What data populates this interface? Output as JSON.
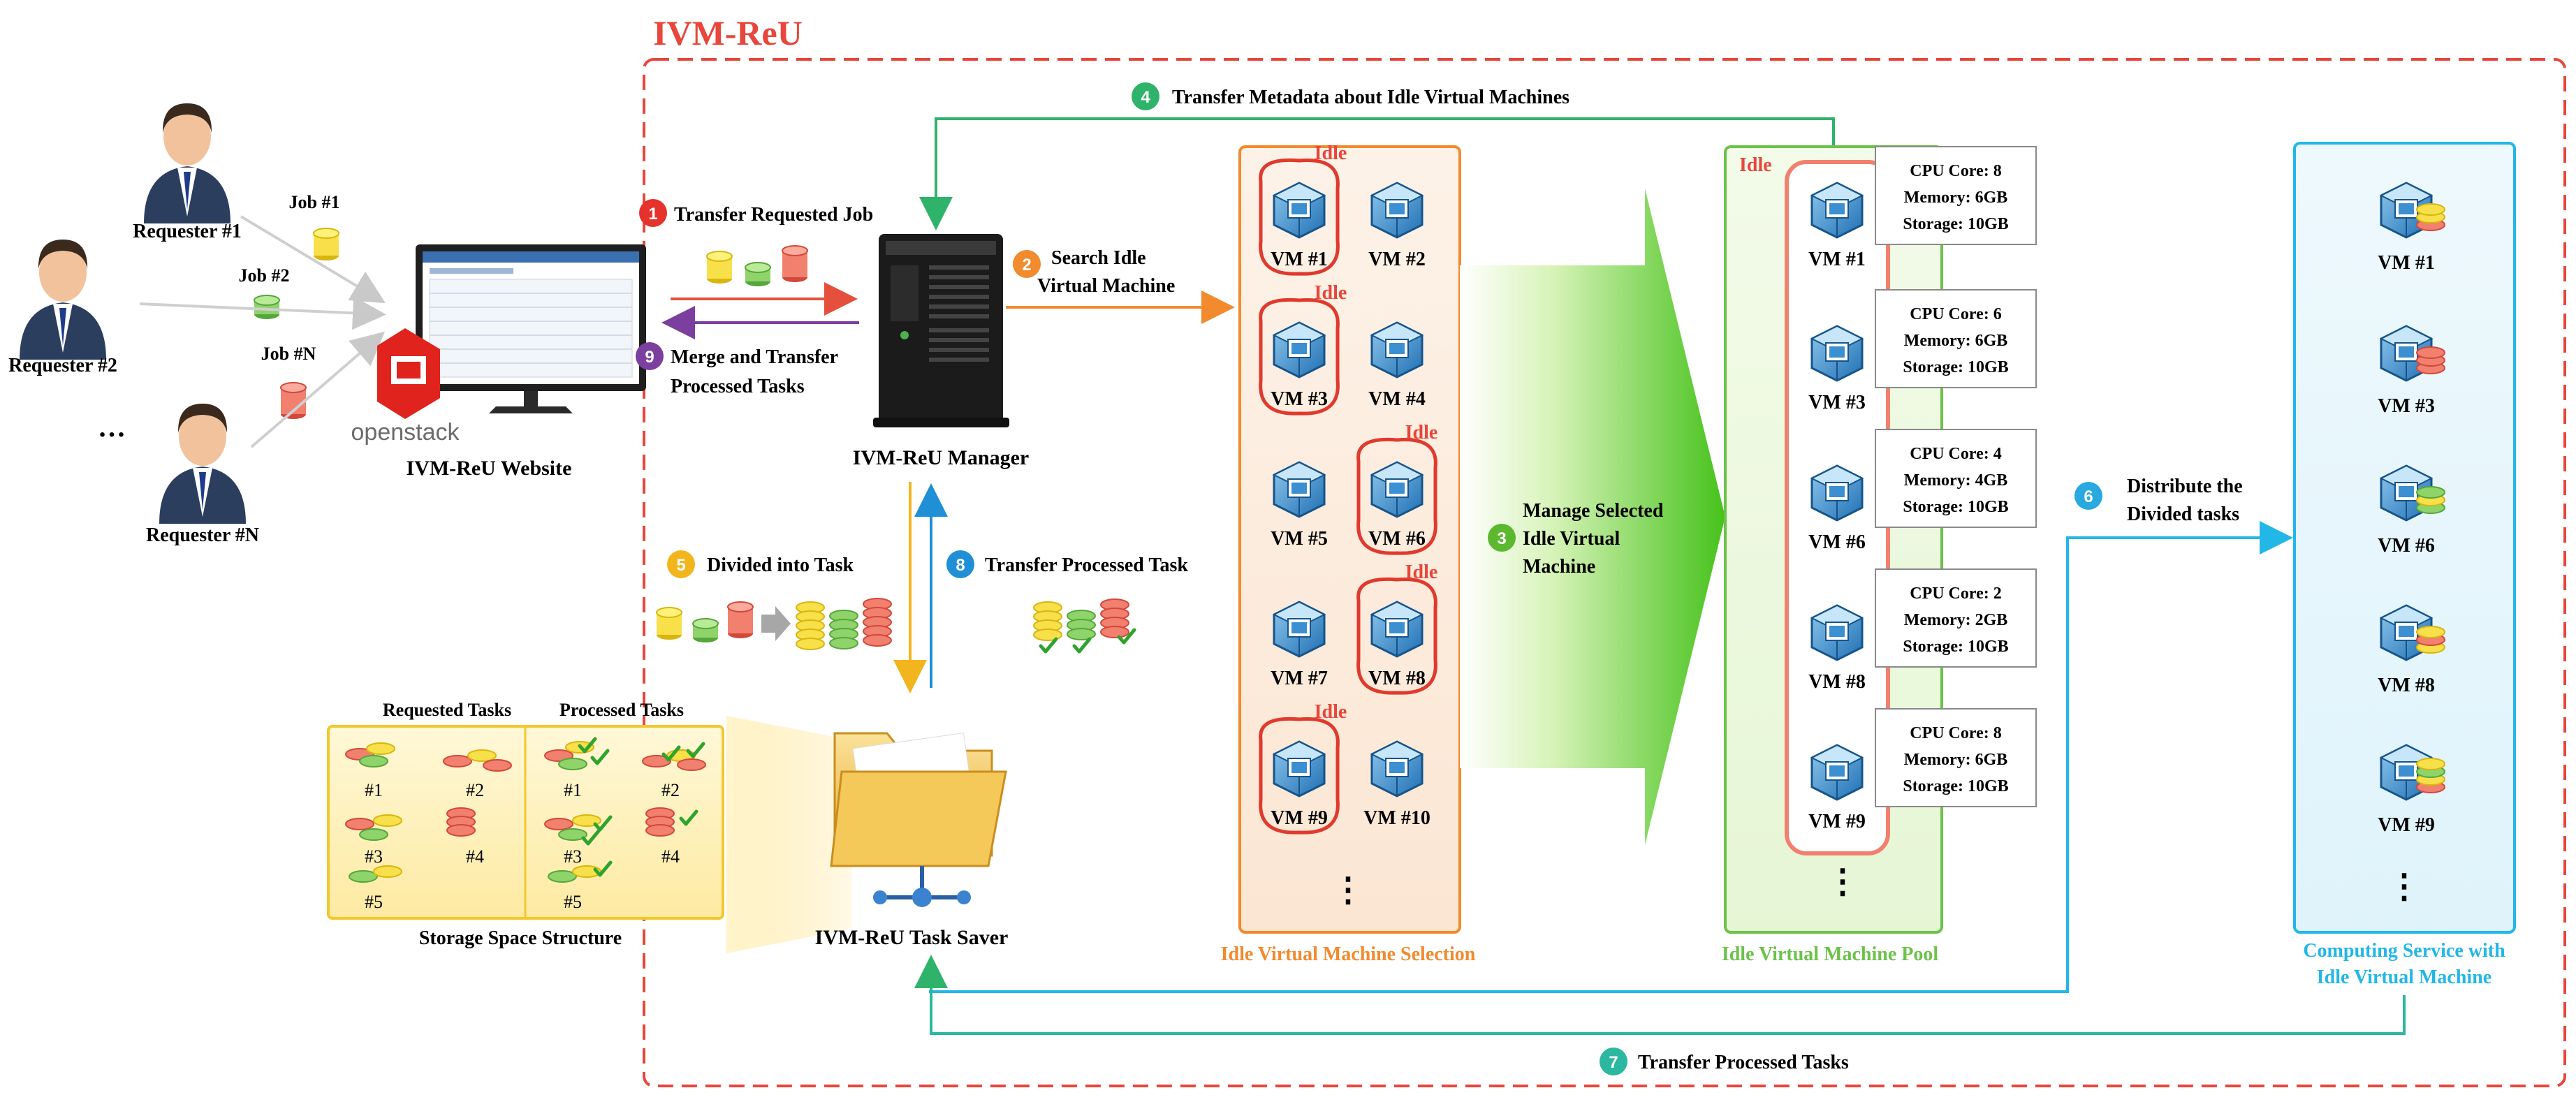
{
  "title": "IVM-ReU",
  "colors": {
    "frame": "#e8463c",
    "orange_panel": "#f28a2e",
    "green_panel": "#6cc24a",
    "cyan_panel": "#22b7e6",
    "badge_1": "#e5322d",
    "badge_2": "#f28a2e",
    "badge_3": "#5cb82e",
    "badge_4": "#2fb36b",
    "badge_5": "#f2b51d",
    "badge_6": "#29a9e0",
    "badge_7": "#2bb7a0",
    "badge_8": "#1f8fd6",
    "badge_9": "#7b3fa0"
  },
  "requesters": [
    "Requester #1",
    "Requester #2",
    "Requester #N"
  ],
  "requester_dots": "…",
  "jobs": [
    "Job #1",
    "Job #2",
    "Job #N"
  ],
  "website": {
    "label": "IVM-ReU Website",
    "logo": "openstack"
  },
  "manager": {
    "label": "IVM-ReU Manager"
  },
  "task_saver": {
    "label": "IVM-ReU Task Saver"
  },
  "steps": [
    {
      "num": "1",
      "text": "Transfer Requested Job"
    },
    {
      "num": "2",
      "text": "Search Idle Virtual Machine"
    },
    {
      "num": "3",
      "text": "Manage Selected Idle Virtual Machine"
    },
    {
      "num": "4",
      "text": "Transfer Metadata about Idle Virtual Machines"
    },
    {
      "num": "5",
      "text": "Divided into Task"
    },
    {
      "num": "6",
      "text": "Distribute the Divided tasks"
    },
    {
      "num": "7",
      "text": "Transfer Processed Tasks"
    },
    {
      "num": "8",
      "text": "Transfer Processed Task"
    },
    {
      "num": "9",
      "text": "Merge and Transfer Processed Tasks"
    }
  ],
  "selection_panel": {
    "label": "Idle Virtual Machine Selection",
    "idle_label": "Idle",
    "vms": [
      "VM #1",
      "VM #2",
      "VM #3",
      "VM #4",
      "VM #5",
      "VM #6",
      "VM #7",
      "VM #8",
      "VM #9",
      "VM #10"
    ],
    "idle_vms": [
      "VM #1",
      "VM #3",
      "VM #6",
      "VM #8",
      "VM #9"
    ],
    "dots": "⋮"
  },
  "pool_panel": {
    "label": "Idle Virtual Machine Pool",
    "idle_label": "Idle",
    "dots": "⋮",
    "vms": [
      {
        "name": "VM #1",
        "cpu": "CPU Core: 8",
        "mem": "Memory: 6GB",
        "storage": "Storage: 10GB"
      },
      {
        "name": "VM #3",
        "cpu": "CPU Core: 6",
        "mem": "Memory: 6GB",
        "storage": "Storage: 10GB"
      },
      {
        "name": "VM #6",
        "cpu": "CPU Core: 4",
        "mem": "Memory: 4GB",
        "storage": "Storage: 10GB"
      },
      {
        "name": "VM #8",
        "cpu": "CPU Core: 2",
        "mem": "Memory: 2GB",
        "storage": "Storage: 10GB"
      },
      {
        "name": "VM #9",
        "cpu": "CPU Core: 8",
        "mem": "Memory: 6GB",
        "storage": "Storage: 10GB"
      }
    ]
  },
  "computing_panel": {
    "label_line1": "Computing Service with",
    "label_line2": "Idle Virtual Machine",
    "vms": [
      "VM #1",
      "VM #3",
      "VM #6",
      "VM #8",
      "VM #9"
    ],
    "dots": "⋮"
  },
  "storage": {
    "label": "Storage Space Structure",
    "requested_header": "Requested Tasks",
    "processed_header": "Processed Tasks",
    "requested_items": [
      "#1",
      "#2",
      "#3",
      "#4",
      "#5"
    ],
    "processed_items": [
      "#1",
      "#2",
      "#3",
      "#4",
      "#5"
    ]
  }
}
